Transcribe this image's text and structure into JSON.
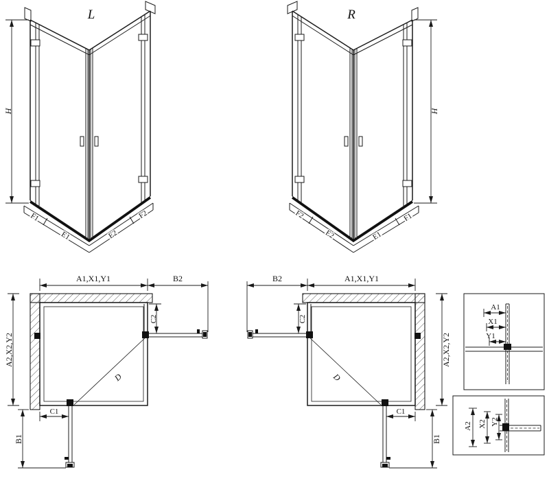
{
  "figure": {
    "iso_left": {
      "title": "L",
      "height": "H",
      "base": [
        "F1",
        "E1",
        "E2",
        "F2"
      ]
    },
    "iso_right": {
      "title": "R",
      "height": "H",
      "base": [
        "F2",
        "E2",
        "E1",
        "F1"
      ]
    },
    "plan_left": {
      "width_top": "A1,X1,Y1",
      "door_top": "B2",
      "inset_top": "C2",
      "depth_side": "A2,X2,Y2",
      "inset_bottom": "C1",
      "door_bottom": "B1",
      "diagonal": "D"
    },
    "plan_right": {
      "width_top": "A1,X1,Y1",
      "door_top": "B2",
      "inset_top": "C2",
      "depth_side": "A2,X2,Y2",
      "inset_bottom": "C1",
      "door_bottom": "B1",
      "diagonal": "D"
    },
    "detail_top": {
      "dims": [
        "A1",
        "X1",
        "Y1"
      ]
    },
    "detail_bottom": {
      "dims": [
        "A2",
        "X2",
        "Y2"
      ]
    }
  }
}
